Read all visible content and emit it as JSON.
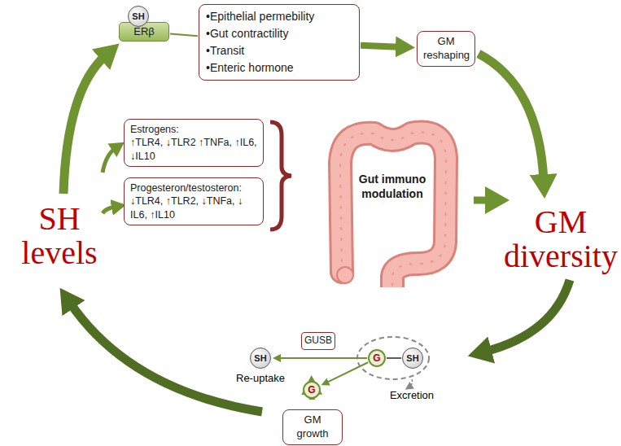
{
  "diagram": {
    "nodes": [
      {
        "text": [
          "SH"
        ]
      },
      {
        "text": [
          "ERβ"
        ]
      },
      {
        "text": [
          "•Epithelial permebility",
          "•Gut contractility",
          "•Transit",
          "•Enteric hormone"
        ]
      },
      {
        "text": [
          "GM reshaping"
        ]
      },
      {
        "text": [
          "Estrogens:",
          "↑TLR4, ↓TLR2 ↑TNFa, ↑IL6, ↓IL10"
        ]
      },
      {
        "text": [
          "Progesteron/testosteron:",
          "↓TLR4, ↑TLR2, ↓TNFa, ↓ IL6, ↑IL10"
        ]
      },
      {
        "text": [
          "Gut immuno modulation"
        ]
      },
      {
        "text": [
          "GUSB"
        ]
      },
      {
        "text": [
          "SH"
        ]
      },
      {
        "text": [
          "G"
        ]
      },
      {
        "text": [
          "SH"
        ]
      },
      {
        "text": [
          "G"
        ]
      },
      {
        "text": [
          "GM growth"
        ]
      }
    ],
    "edges": [
      {
        "from": 1,
        "to": 2,
        "arrow": "none"
      },
      {
        "from": 2,
        "to": 3,
        "arrow": "to"
      },
      {
        "from": 9,
        "to": 10,
        "arrow": "none"
      },
      {
        "from": 9,
        "to": 8,
        "arrow": "to"
      },
      {
        "from": 9,
        "to": 11,
        "arrow": "to"
      },
      {
        "from": 11,
        "to": 12,
        "arrow": "to"
      }
    ],
    "labels": [
      "SH levels",
      "GM diversity",
      "Re-uptake",
      "Excretion"
    ]
  }
}
